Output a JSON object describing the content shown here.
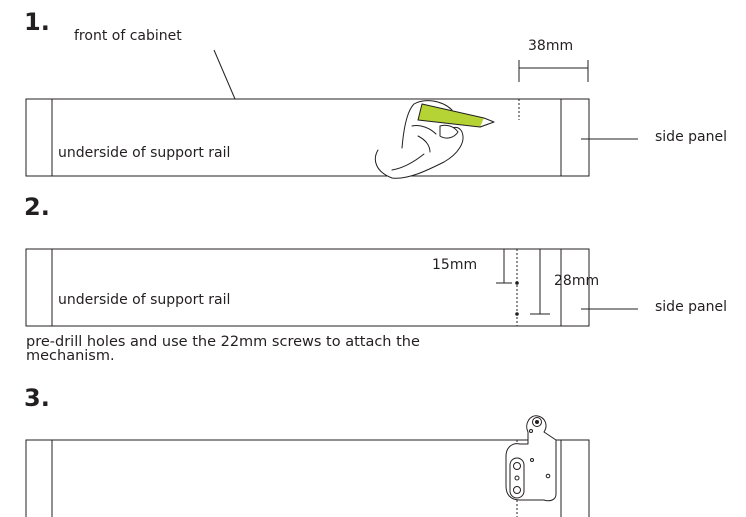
{
  "steps": [
    {
      "number": "1."
    },
    {
      "number": "2."
    },
    {
      "number": "3."
    }
  ],
  "labels": {
    "front_of_cabinet": "front of cabinet",
    "side_panel_1": "side panel",
    "side_panel_2": "side panel",
    "underside_1": "underside of support rail",
    "underside_2": "underside of support rail",
    "dim_38": "38mm",
    "dim_15": "15mm",
    "dim_28": "28mm"
  },
  "instruction": "pre-drill holes and use the 22mm screws to attach the mechanism.",
  "colors": {
    "line": "#231f20",
    "pencil": "#b5d334",
    "background": "#ffffff"
  }
}
